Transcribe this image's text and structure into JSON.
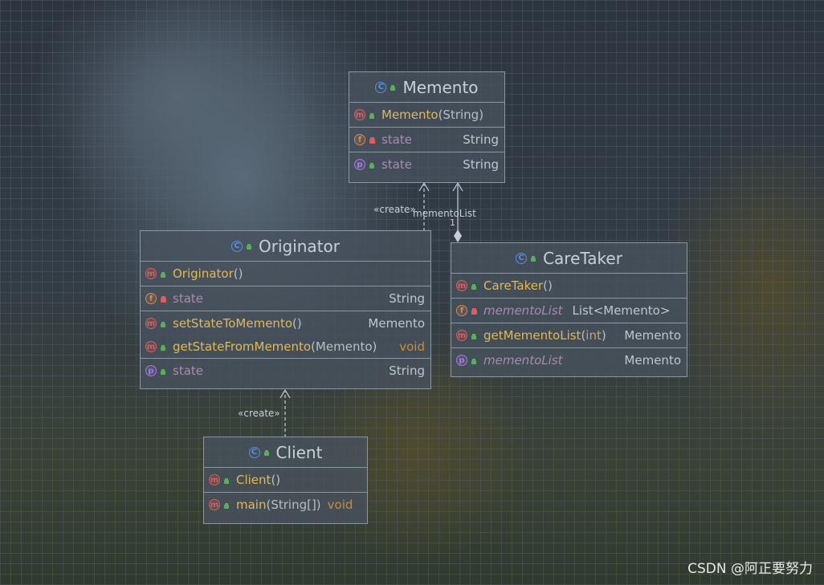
{
  "classes": {
    "memento": {
      "title": "Memento",
      "ctor": {
        "name": "Memento",
        "params": "(String)"
      },
      "fields": [
        {
          "name": "state",
          "type": "String"
        }
      ],
      "properties": [
        {
          "name": "state",
          "type": "String"
        }
      ]
    },
    "originator": {
      "title": "Originator",
      "ctor": {
        "name": "Originator",
        "params": "()"
      },
      "fields": [
        {
          "name": "state",
          "type": "String"
        }
      ],
      "methods": [
        {
          "name": "setStateToMemento",
          "params": "()",
          "type": "Memento"
        },
        {
          "name": "getStateFromMemento",
          "params": "(Memento)",
          "type": "void"
        }
      ],
      "properties": [
        {
          "name": "state",
          "type": "String"
        }
      ]
    },
    "caretaker": {
      "title": "CareTaker",
      "ctor": {
        "name": "CareTaker",
        "params": "()"
      },
      "fields": [
        {
          "name": "mementoList",
          "type": "List<Memento>"
        }
      ],
      "methods": [
        {
          "name": "getMementoList",
          "params_open": "(",
          "param_type": "int",
          "params_close": ")",
          "type": "Memento"
        }
      ],
      "properties": [
        {
          "name": "mementoList",
          "type": "Memento"
        }
      ]
    },
    "client": {
      "title": "Client",
      "ctor": {
        "name": "Client",
        "params": "()"
      },
      "methods": [
        {
          "name": "main",
          "params": "(String[])",
          "type": "void"
        }
      ]
    }
  },
  "edges": {
    "originator_to_memento": "«create»",
    "client_to_originator": "«create»",
    "caretaker_to_memento": "mementoList",
    "caretaker_multiplicity": "1"
  },
  "badges": {
    "class": "C",
    "method": "m",
    "field": "f",
    "property": "p"
  },
  "watermark": "CSDN @阿正要努力",
  "colors": {
    "method_name": "#e0b85c",
    "field_name": "#a88ab0",
    "void_type": "#cc8a3c",
    "border": "#8a96a2"
  }
}
